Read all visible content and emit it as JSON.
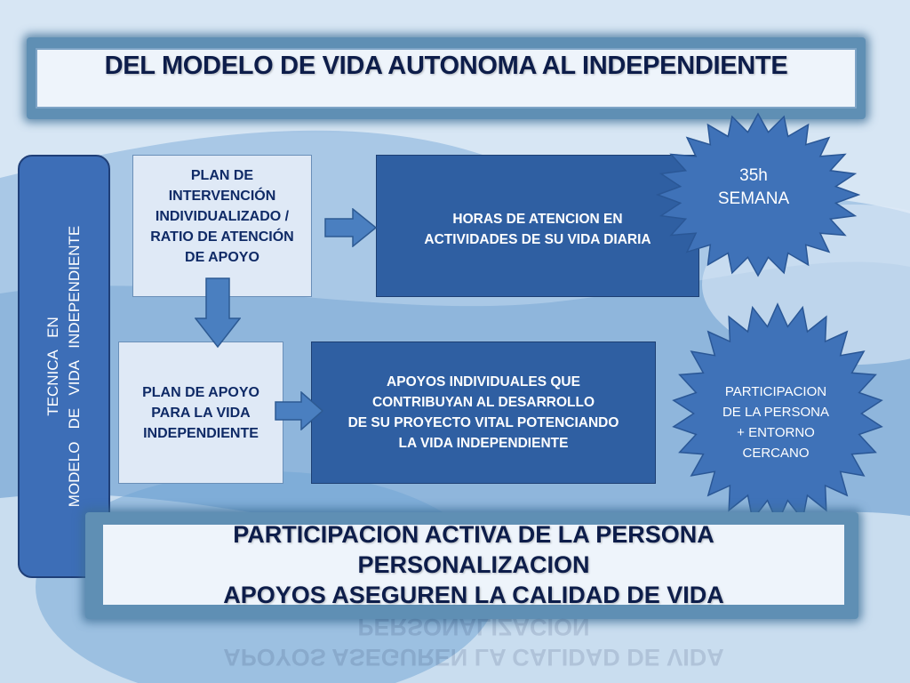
{
  "title": "DEL MODELO DE VIDA AUTONOMA AL  INDEPENDIENTE",
  "side_panel": {
    "line1": "TECNICA   EN",
    "line2": "MODELO   DE   VIDA   INDEPENDIENTE"
  },
  "box_plan_intervencion": {
    "line1": "PLAN DE",
    "line2": "INTERVENCIÓN",
    "line3": "INDIVIDUALIZADO /",
    "line4": "RATIO DE ATENCIÓN",
    "line5": "DE  APOYO"
  },
  "box_horas": {
    "line1": "HORAS DE ATENCION EN",
    "line2": "ACTIVIDADES DE SU VIDA DIARIA"
  },
  "box_plan_apoyo": {
    "line1": "PLAN DE APOYO",
    "line2": "PARA LA VIDA",
    "line3": "INDEPENDIENTE"
  },
  "box_apoyos": {
    "line1": "APOYOS INDIVIDUALES QUE",
    "line2": "CONTRIBUYAN AL DESARROLLO",
    "line3": "DE SU PROYECTO VITAL POTENCIANDO",
    "line4": "LA VIDA INDEPENDIENTE"
  },
  "star_horas": {
    "line1": "35h",
    "line2": "SEMANA"
  },
  "star_participacion": {
    "line1": "PARTICIPACION",
    "line2": "DE LA PERSONA",
    "line3": "+ ENTORNO",
    "line4": "CERCANO"
  },
  "bottom_banner": {
    "line1": "PARTICIPACION ACTIVA DE LA PERSONA",
    "line2": "PERSONALIZACION",
    "line3": "APOYOS ASEGUREN LA CALIDAD DE VIDA"
  },
  "colors": {
    "dark_box": "#2f5fa2",
    "light_box": "#dfe9f6",
    "arrow": "#4a7fc0",
    "star": "#3f72b8",
    "title_text": "#0d1d4a"
  }
}
